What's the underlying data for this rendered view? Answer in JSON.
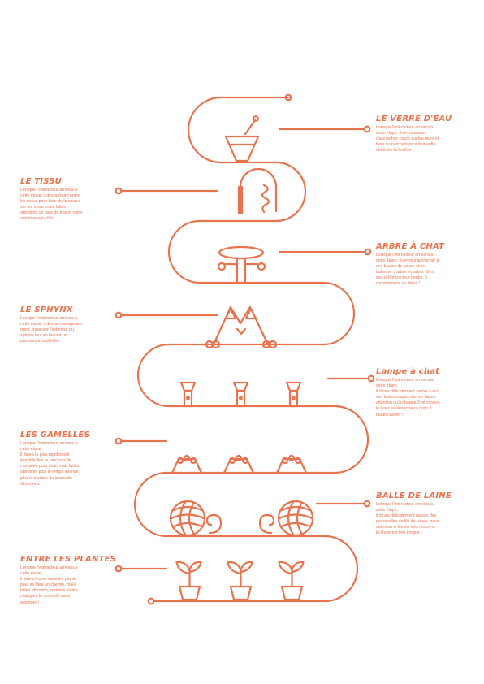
{
  "colors": {
    "accent": "#e8734f",
    "background": "#ffffff"
  },
  "steps": [
    {
      "title": "LE VERRE D'EAU",
      "text": "Lorsque l'intéracteur arrivera à\ncette étape, il devra sauter,\ns'accrocher, courir sur les murs et\nfaire du parcours pour finir enfin\natteindre la fenêtre."
    },
    {
      "title": "LE TISSU",
      "text": "Lorsque l'intéracteur arrivera à\ncette étape, il devra courir entre\nles tissus pour faire de la course\nsur les murs, mais faites\nattention, un saut de trop et votre\naventure sera fini."
    },
    {
      "title": "ARBRE À CHAT",
      "text": "Lorsque l'intéracteur arrivera à\ncette étape, il devra s'accrocher à\ndes boules de laines et se\nbalancer d'arbre en arbre. Bien\nsur, si l'intéracteur tombe, il\nrecommence au début !"
    },
    {
      "title": "LE SPHYNX",
      "text": "Lorsque l'intéracteur arrivera à\ncette étape, il devra, courageuse-\nment, traverser l'extérieur du\nsphynx tout en faisant un\nparcours très difficile."
    },
    {
      "title": "Lampe à chat",
      "text": "Lorsque l'intéracteur arrivera à\ncette étape,\nil devra délicatement sauter à sur\ndes lasers rouges tout en faison\nattention qu'à chaque 3 secondes,\nle laser se désactivera donc il\nfaudra sauter !"
    },
    {
      "title": "LES GAMELLES",
      "text": "Lorsque l'intéracteur arrivera à\ncette étape,\nil devra le plus rapidement\npossible finir le parcours de\ncroquette pour chat, mais faites\nattention, plus le temps avance,\nplus le nombre de croquette\ndiminuera."
    },
    {
      "title": "BALLE DE LAINE",
      "text": "Lorsque l'intéracteur arrivera à\ncette étape,\nil devra délicatement passer des\npasserelles de fils de laines, mais\nattention le fils est très mince et\nla chute est très longue !"
    },
    {
      "title": "ENTRE LES PLANTES",
      "text": "Lorsque l'intéracteur arrivera à\ncette étape,\nil devra foncer dans les plante\npour se faire un chemin, mais\nfaites attention, certaine plante\nchangera le cours de votre\naventure !"
    }
  ]
}
